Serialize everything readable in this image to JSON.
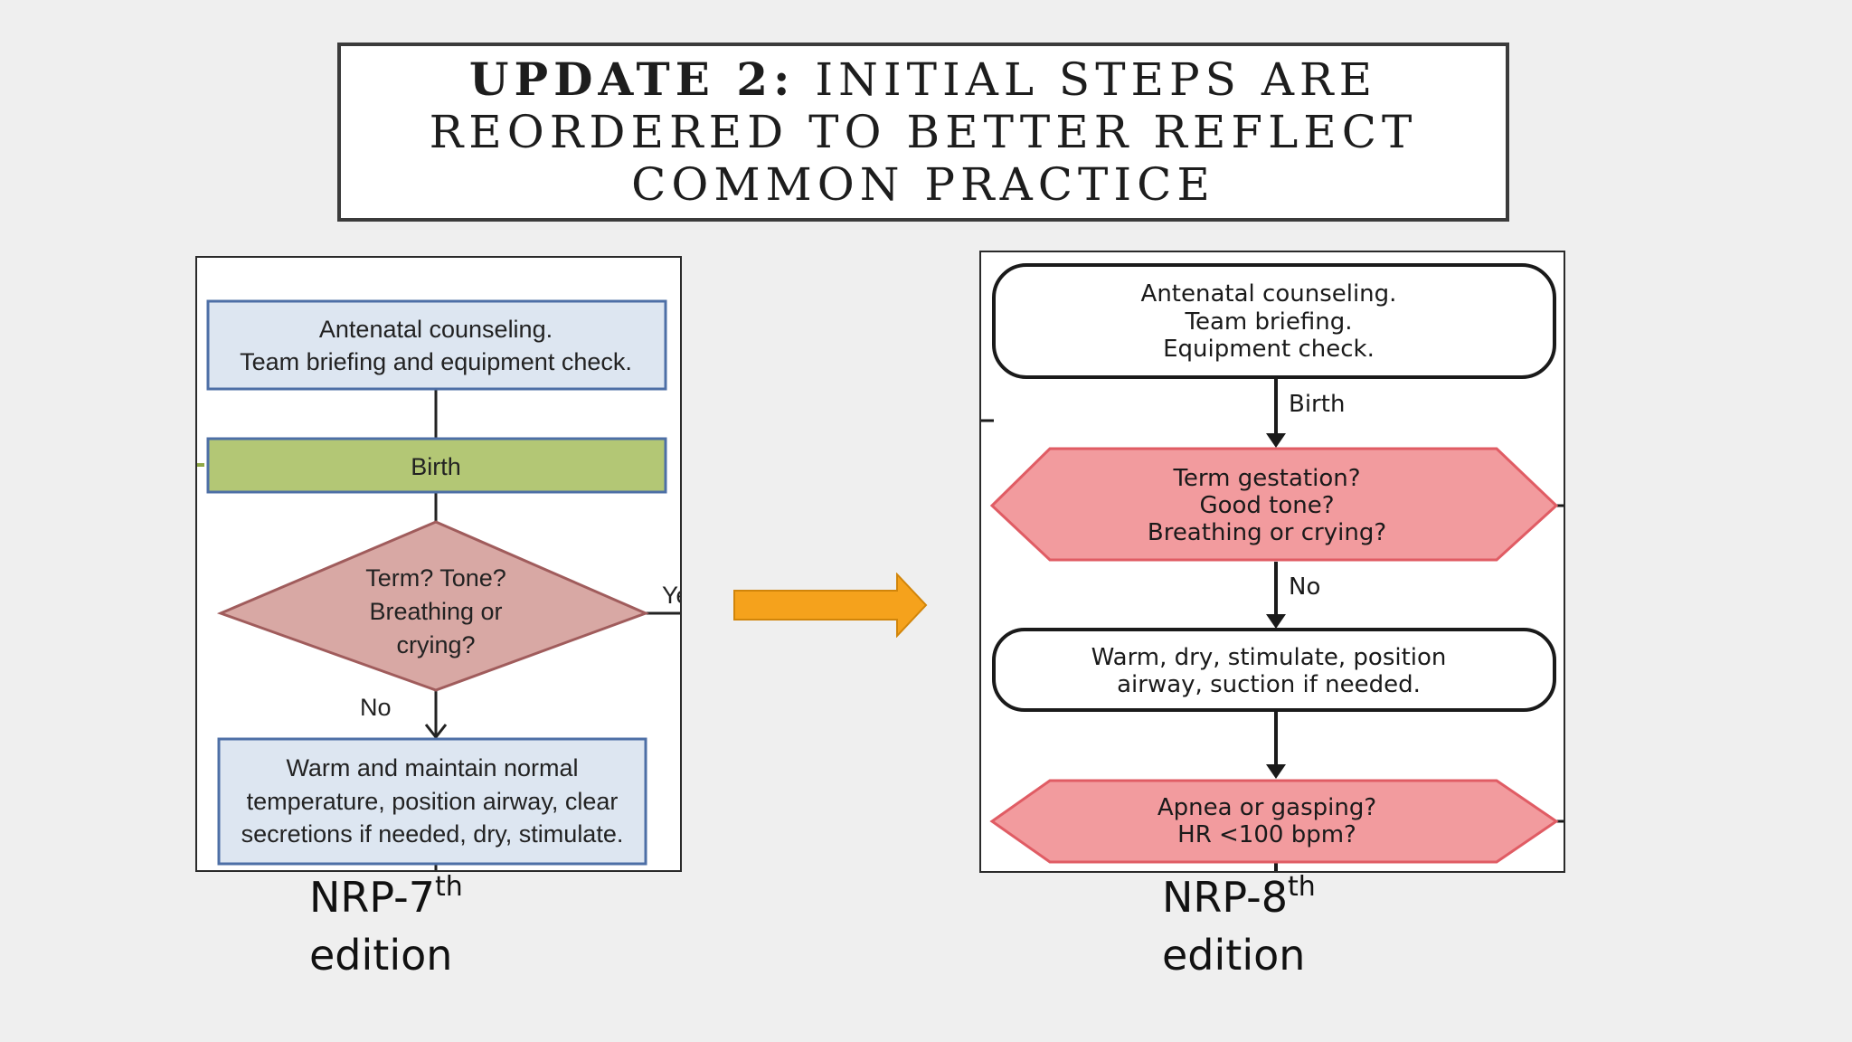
{
  "title": {
    "bold_part": "UPDATE 2:",
    "line1_rest": " INITIAL STEPS ARE",
    "line2": "REORDERED TO BETTER REFLECT",
    "line3": "COMMON PRACTICE"
  },
  "old_flow": {
    "box_counseling": [
      "Antenatal counseling.",
      "Team briefing and equipment check."
    ],
    "box_birth": "Birth",
    "decision": [
      "Term? Tone?",
      "Breathing or",
      "crying?"
    ],
    "label_no": "No",
    "label_yes_partial": "Ye",
    "box_warm": [
      "Warm and maintain normal",
      "temperature, position airway, clear",
      "secretions if needed, dry, stimulate."
    ]
  },
  "new_flow": {
    "box_counseling": [
      "Antenatal counseling.",
      "Team briefing.",
      "Equipment check."
    ],
    "label_birth": "Birth",
    "hex_term": [
      "Term gestation?",
      "Good tone?",
      "Breathing or crying?"
    ],
    "label_no": "No",
    "box_warm": [
      "Warm, dry, stimulate, position",
      "airway, suction if needed."
    ],
    "hex_apnea": [
      "Apnea or gasping?",
      "HR <100 bpm?"
    ]
  },
  "captions": {
    "old": {
      "name": "NRP-7",
      "sup": "th",
      "line2": "edition"
    },
    "new": {
      "name": "NRP-8",
      "sup": "th",
      "line2": "edition"
    }
  },
  "colors": {
    "old_box_fill": "#dde6f1",
    "old_box_stroke": "#4d6fa6",
    "birth_fill": "#b3c775",
    "diamond_fill": "#d8a8a4",
    "diamond_stroke": "#a05c5c",
    "hex_fill": "#f29b9e",
    "hex_stroke": "#e05c64",
    "arrow_fill": "#f5a21c"
  }
}
